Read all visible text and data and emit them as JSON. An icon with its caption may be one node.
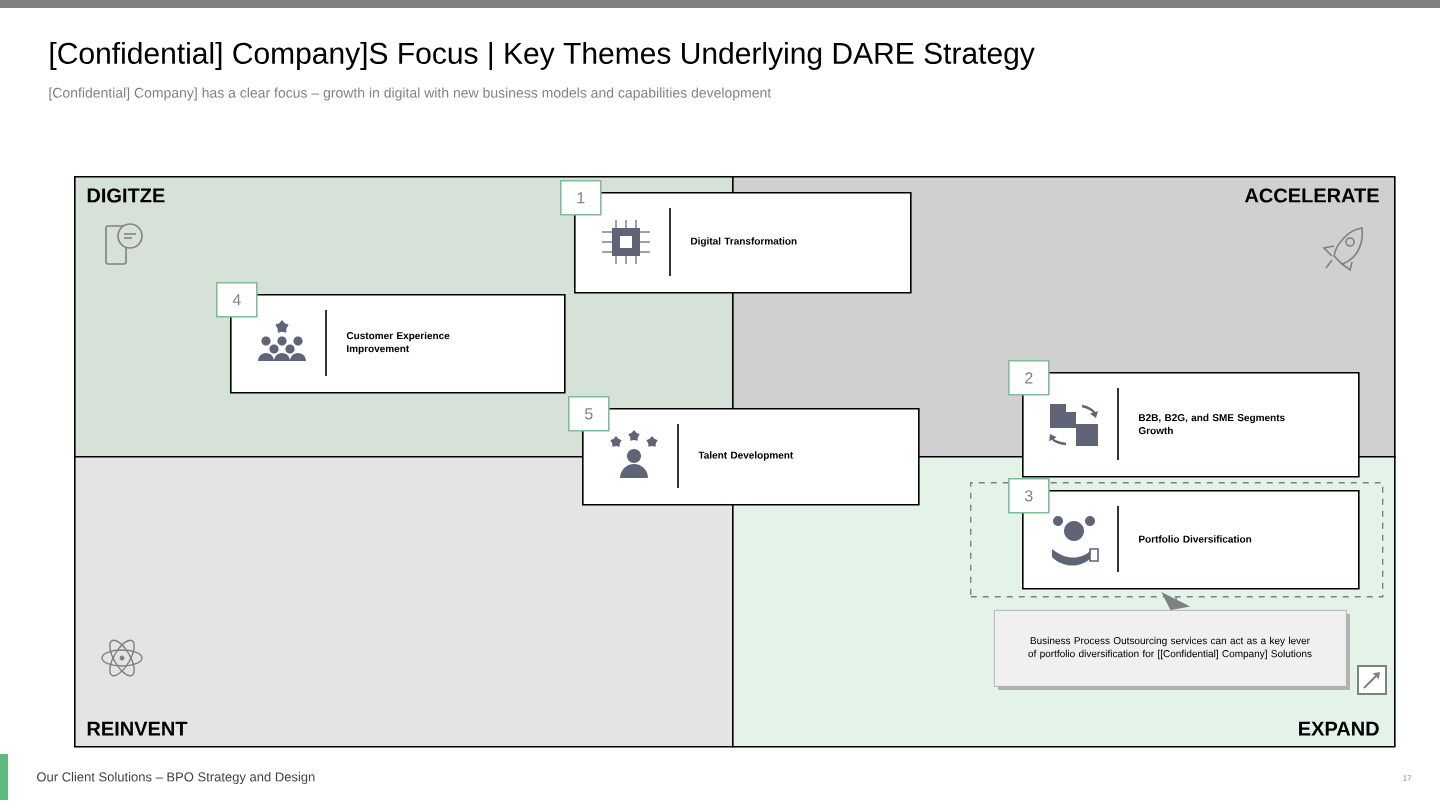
{
  "diagram": {
    "title": "[Confidential] Company]S Focus | Key Themes Underlying DARE Strategy",
    "nodes": [
      {
        "text": [
          "DIGITZE"
        ]
      },
      {
        "text": [
          "ACCELERATE"
        ]
      },
      {
        "text": [
          "REINVENT"
        ]
      },
      {
        "text": [
          "EXPAND"
        ]
      },
      {
        "text": [
          "1",
          "Digital Transformation"
        ]
      },
      {
        "text": [
          "4",
          "Customer Experience Improvement"
        ],
        "in": 0
      },
      {
        "text": [
          "5",
          "Talent Development"
        ]
      },
      {
        "text": [
          "2",
          "B2B, B2G, and SME Segments Growth"
        ]
      },
      {
        "text": [],
        "shape": "box",
        "in": 3
      },
      {
        "text": [
          "3",
          "Portfolio Diversification"
        ],
        "in": 8
      },
      {
        "text": [
          "Business Process Outsourcing services can act as a key lever of portfolio diversification for [[Confidential] Company] Solutions"
        ],
        "in": 3
      }
    ],
    "edges": [
      {
        "from": 8,
        "to": 10,
        "arrow": "to"
      }
    ],
    "labels": [
      "[Confidential] Company] has a clear focus – growth in digital with new business models and capabilities development",
      "Our Client Solutions – BPO Strategy and Design",
      "17"
    ]
  }
}
